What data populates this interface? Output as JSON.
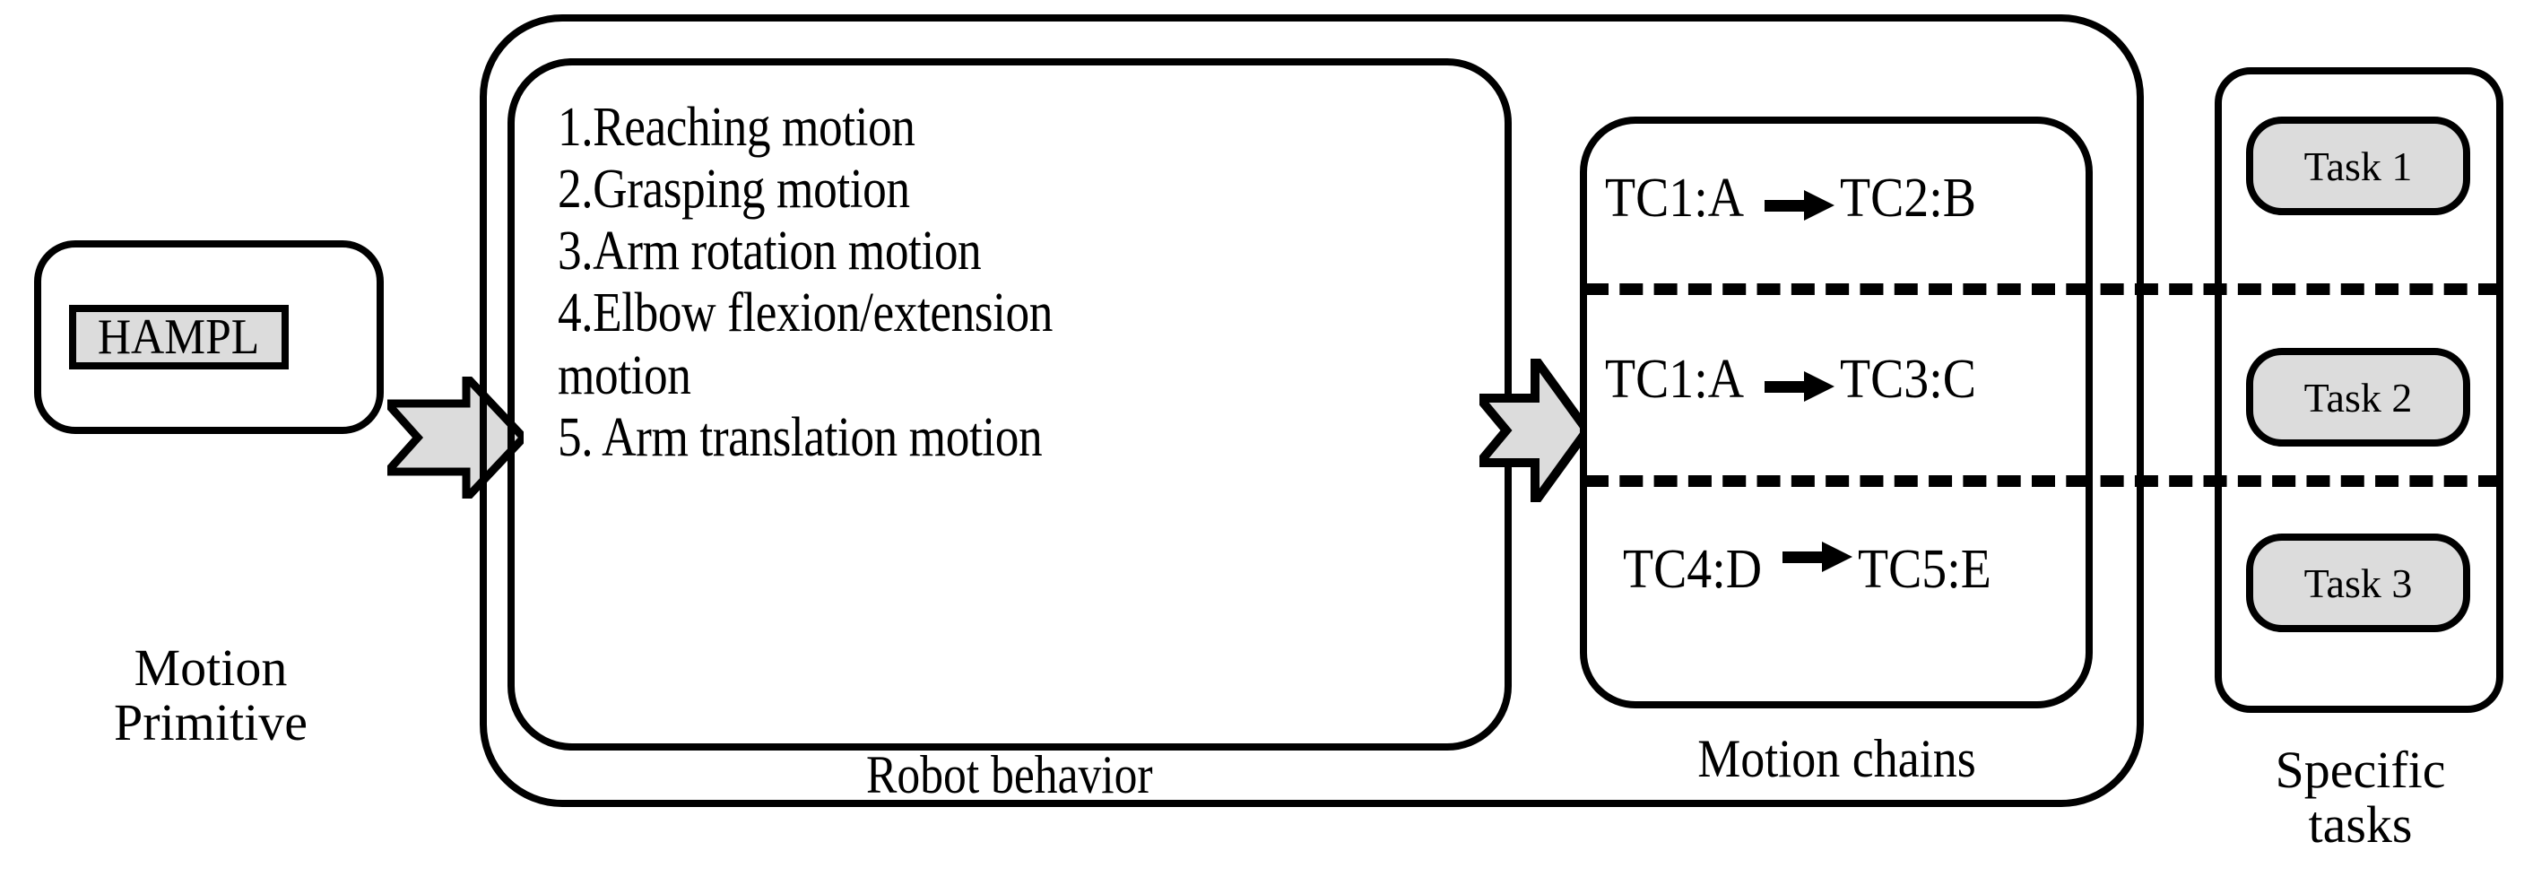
{
  "diagram": {
    "title": "HAMPL motion primitive to specific tasks pipeline",
    "colors": {
      "stroke": "#000000",
      "chip_fill": "#dcdcdc",
      "arrow_fill": "#dcdcdc",
      "background": "#ffffff"
    }
  },
  "motion_primitive": {
    "chip_label": "HAMPL",
    "caption_line1": "Motion",
    "caption_line2": "Primitive"
  },
  "arrows": {
    "arrow1_name": "block-arrow-right",
    "arrow2_name": "block-arrow-right"
  },
  "robot_behavior": {
    "caption": "Robot behavior",
    "items": [
      "1.Reaching motion",
      "2.Grasping motion",
      "3.Arm rotation motion",
      "4.Elbow flexion/extension",
      "motion",
      "5. Arm translation motion"
    ]
  },
  "motion_chains": {
    "caption": "Motion chains",
    "rows": [
      {
        "from": "TC1:A",
        "to": "TC2:B"
      },
      {
        "from": "TC1:A",
        "to": "TC3:C"
      },
      {
        "from": "TC4:D",
        "to": "TC5:E"
      }
    ]
  },
  "specific_tasks": {
    "caption_line1": "Specific",
    "caption_line2": "tasks",
    "tasks": [
      "Task 1",
      "Task 2",
      "Task 3"
    ]
  }
}
